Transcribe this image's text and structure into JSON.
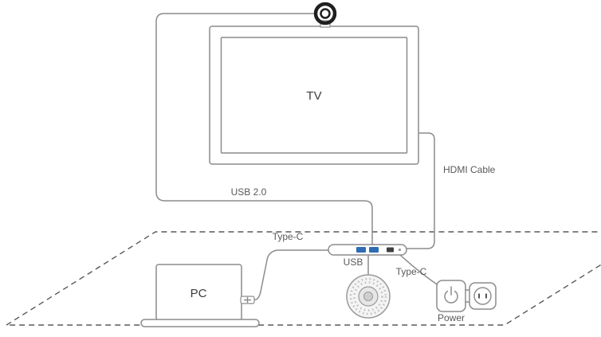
{
  "diagram": {
    "labels": {
      "tv": "TV",
      "pc": "PC",
      "usb_2_0": "USB 2.0",
      "hdmi_cable": "HDMI Cable",
      "type_c_pc": "Type-C",
      "usb": "USB",
      "type_c_power": "Type-C",
      "power": "Power"
    },
    "colors": {
      "line": "#8c8c8c",
      "text": "#595959",
      "usb_port": "#2e6db4",
      "camera": "#1f1f1f",
      "dashed_border": "#595959"
    }
  }
}
